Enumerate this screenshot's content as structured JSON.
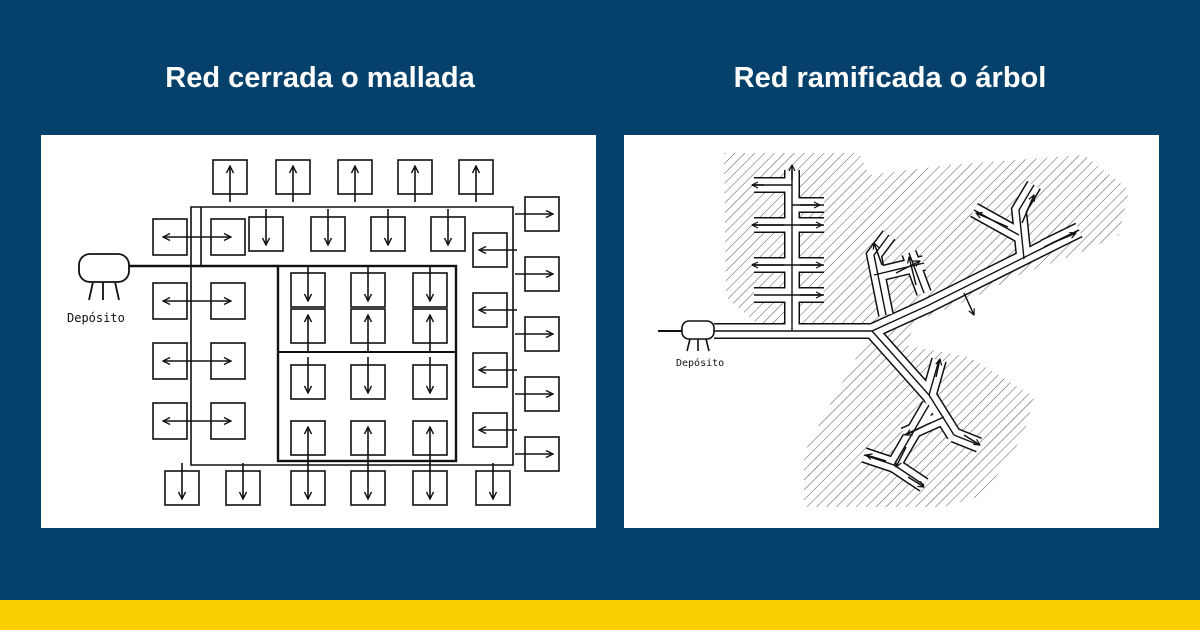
{
  "colors": {
    "background": "#05416b",
    "accent_band": "#fccf05",
    "panel": "#ffffff",
    "ink": "#111111"
  },
  "left_diagram": {
    "title": "Red cerrada o mallada",
    "tank_label": "Depósito"
  },
  "right_diagram": {
    "title": "Red ramificada o árbol",
    "tank_label": "Depósito"
  }
}
